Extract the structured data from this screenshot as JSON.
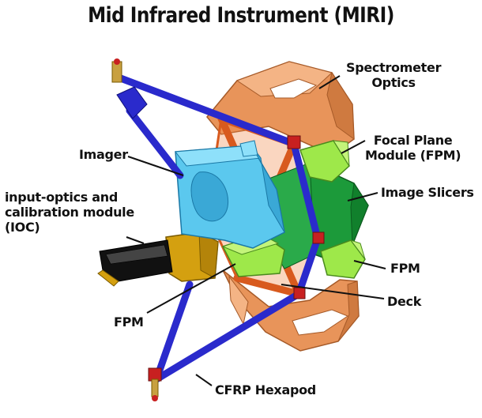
{
  "title": "Mid Infrared Instrument (MIRI)",
  "labels": {
    "spectrometer_optics": [
      "Spectrometer",
      "Optics"
    ],
    "imager": "Imager",
    "focal_plane_module": [
      "Focal Plane",
      "Module (FPM)"
    ],
    "image_slicers": "Image Slicers",
    "ioc": [
      "input-optics and",
      "calibration module",
      "(IOC)"
    ],
    "fpm_right": "FPM",
    "fpm_left": "FPM",
    "deck": "Deck",
    "cfrp_hexapod": "CFRP Hexapod"
  },
  "colors": {
    "hexapod_strut": "#2a2acc",
    "spectrometer": "#e8945a",
    "deck": "#d85a1e",
    "imager": "#5bc8ee",
    "fpm": "#9ee84a",
    "image_slicers": "#1c9a3a",
    "ioc_housing": "#111111",
    "ioc_gold": "#d4a010"
  }
}
